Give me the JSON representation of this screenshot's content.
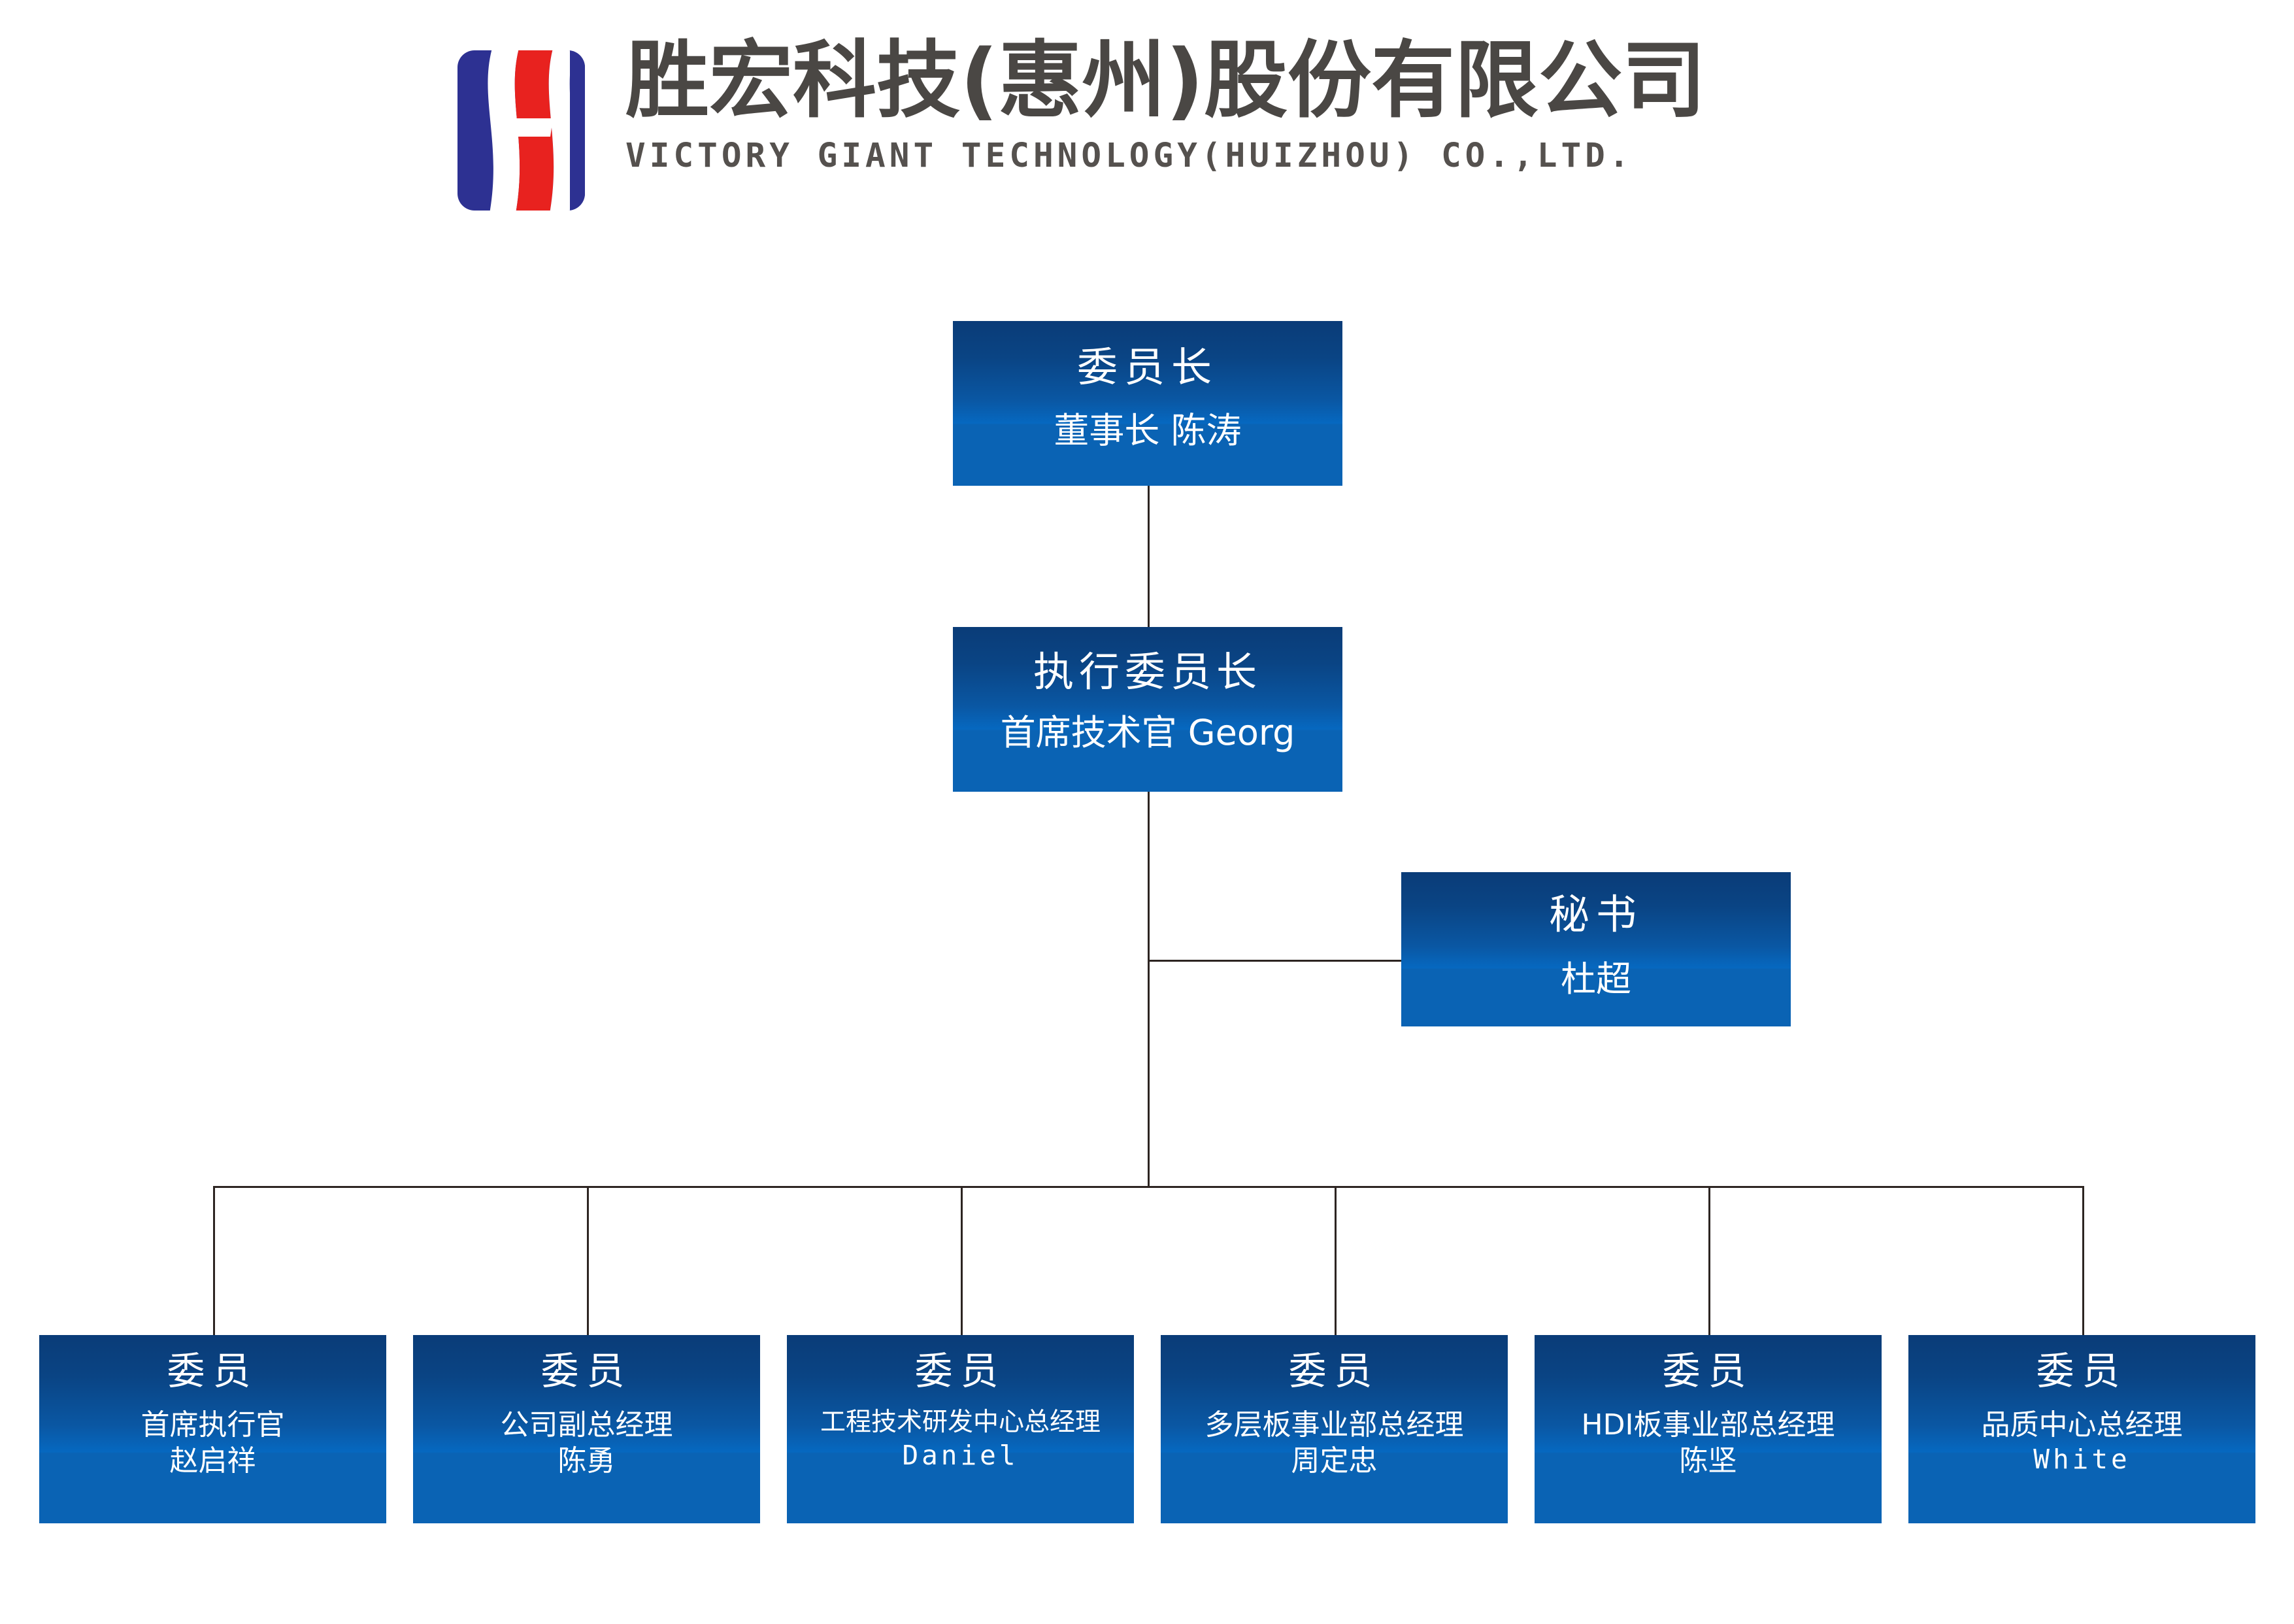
{
  "header": {
    "logo_name": "victory-giant-logo",
    "company_cn": "胜宏科技(惠州)股份有限公司",
    "company_en": "VICTORY GIANT TECHNOLOGY(HUIZHOU) CO.,LTD.",
    "logo_colors": {
      "blue": "#2d3192",
      "red": "#e8221f",
      "white": "#ffffff"
    }
  },
  "theme": {
    "box_gradient_top": "#0a3c78",
    "box_gradient_mid": "#0668c0",
    "box_flat_bottom": "#0a63b4",
    "connector_color": "#2d2522",
    "text_color": "#ffffff",
    "page_background": "#ffffff"
  },
  "chart": {
    "chairman": {
      "title": "委员长",
      "subtitle": "董事长 陈涛"
    },
    "executive": {
      "title": "执行委员长",
      "subtitle": "首席技术官 Georg"
    },
    "secretary": {
      "title": "秘书",
      "subtitle": "杜超"
    },
    "members": [
      {
        "title": "委员",
        "role": "首席执行官",
        "name": "赵启祥"
      },
      {
        "title": "委员",
        "role": "公司副总经理",
        "name": "陈勇"
      },
      {
        "title": "委员",
        "role": "工程技术研发中心总经理",
        "name": "Daniel"
      },
      {
        "title": "委员",
        "role": "多层板事业部总经理",
        "name": "周定忠"
      },
      {
        "title": "委员",
        "role": "HDI板事业部总经理",
        "name": "陈坚"
      },
      {
        "title": "委员",
        "role": "品质中心总经理",
        "name": "White"
      }
    ]
  }
}
